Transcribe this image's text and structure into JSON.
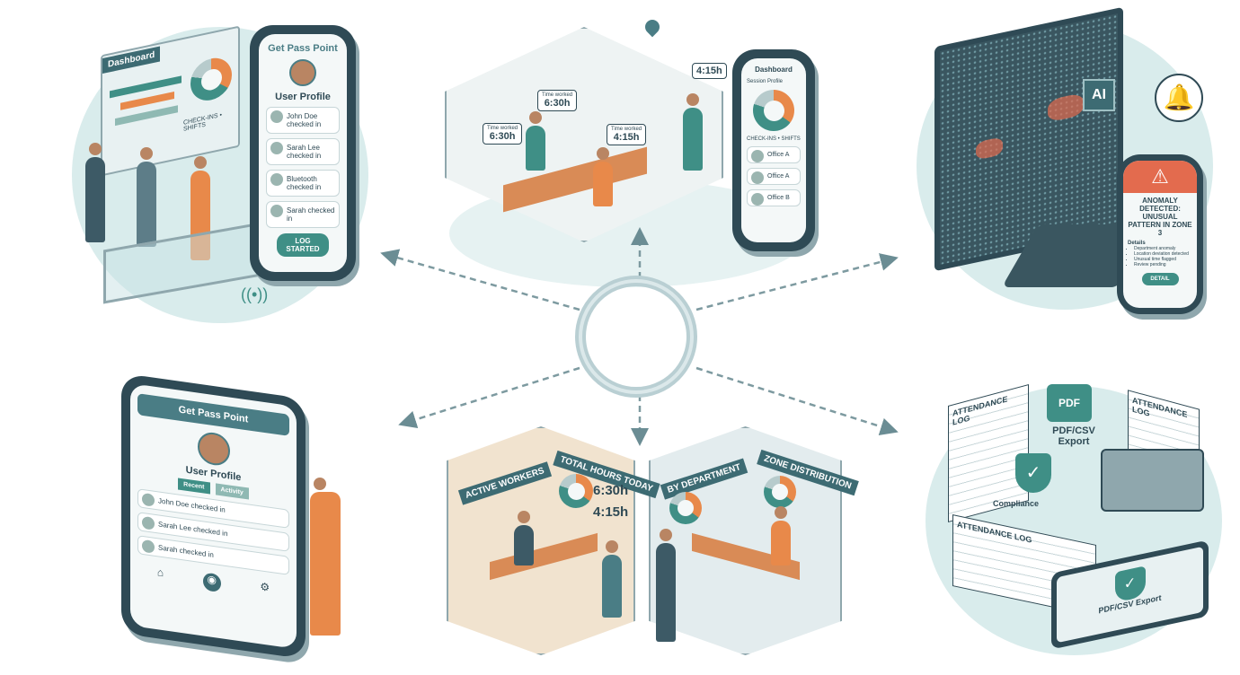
{
  "colors": {
    "teal": "#3f8f86",
    "dark": "#2f4a55",
    "orange": "#e8894a",
    "alert": "#e36b4e",
    "background_blob": "#d9ecec"
  },
  "scene_checkin": {
    "dashboard_title": "Dashboard",
    "dashboard_legend": "CHECK-INS • SHIFTS",
    "phone_title": "Get Pass Point",
    "profile_label": "User Profile",
    "rows": [
      "John Doe checked in",
      "Sarah Lee checked in",
      "Bluetooth checked in",
      "Sarah checked in"
    ],
    "button": "LOG STARTED",
    "icon": "wifi-icon"
  },
  "scene_office": {
    "labels": [
      {
        "caption": "Time worked",
        "value": "6:30h"
      },
      {
        "caption": "",
        "value": "6:30h"
      },
      {
        "caption": "Time worked",
        "value": "4:15h"
      },
      {
        "caption": "Time worked",
        "value": "4:15h"
      }
    ],
    "phone_title": "Dashboard",
    "phone_subtitle": "Session Profile",
    "legend": "CHECK-INS • SHIFTS",
    "rows": [
      "Office A",
      "Office A",
      "Office B"
    ],
    "icon": "location-pin-icon"
  },
  "scene_ai": {
    "chip": "AI",
    "alert_title": "ANOMALY DETECTED: UNUSUAL PATTERN IN ZONE 3",
    "details_label": "Details",
    "details": [
      "Department anomaly",
      "Location deviation detected",
      "Unusual time flagged",
      "Review pending"
    ],
    "button": "DETAIL",
    "icon": "bell-alert-icon"
  },
  "scene_mobile": {
    "phone_title": "Get Pass Point",
    "profile_label": "User Profile",
    "tabs": [
      "Recent",
      "Activity"
    ],
    "rows": [
      "John Doe checked in",
      "Sarah Lee checked in",
      "Sarah checked in"
    ]
  },
  "scene_analytics": {
    "panels": [
      "ACTIVE WORKERS",
      "TOTAL HOURS TODAY",
      "BY DEPARTMENT",
      "ZONE DISTRIBUTION"
    ],
    "hours": [
      "6:30h",
      "4:15h"
    ]
  },
  "scene_reports": {
    "log_title": "ATTENDANCE LOG",
    "pdf_icon_label": "PDF",
    "export_label": "PDF/CSV Export",
    "compliance_label": "Compliance",
    "printer_log": "ATTENDANCE LOG",
    "stack_log": "ATTENDANCE LOG",
    "tablet_label": "PDF/CSV Export"
  }
}
